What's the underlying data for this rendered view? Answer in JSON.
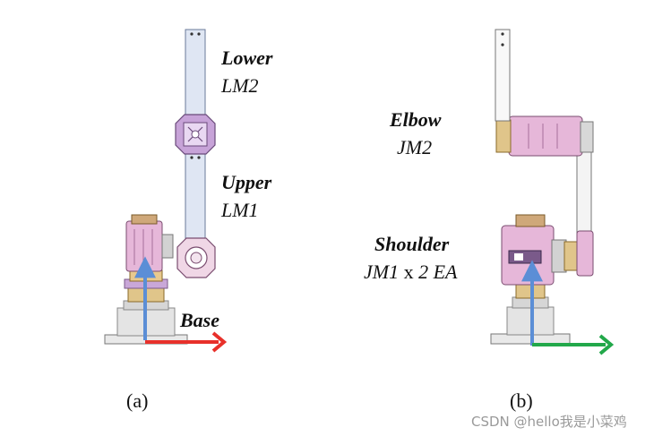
{
  "panel_a": {
    "caption": "(a)",
    "labels": {
      "lower_title": "Lower",
      "lower_code": "LM2",
      "upper_title": "Upper",
      "upper_code": "LM1",
      "base_title": "Base"
    }
  },
  "panel_b": {
    "caption": "(b)",
    "labels": {
      "elbow_title": "Elbow",
      "elbow_code": "JM2",
      "shoulder_title": "Shoulder",
      "shoulder_code_a": "JM1",
      "shoulder_code_x": "x",
      "shoulder_code_b": "2 EA"
    }
  },
  "watermark": "CSDN @hello我是小菜鸡",
  "colors": {
    "arrow_up": "#5b8ed6",
    "arrow_right_a": "#e8302a",
    "arrow_right_b": "#22a84a",
    "motor_pink": "#e6b7d9",
    "link_blue": "#dfe6f3"
  }
}
